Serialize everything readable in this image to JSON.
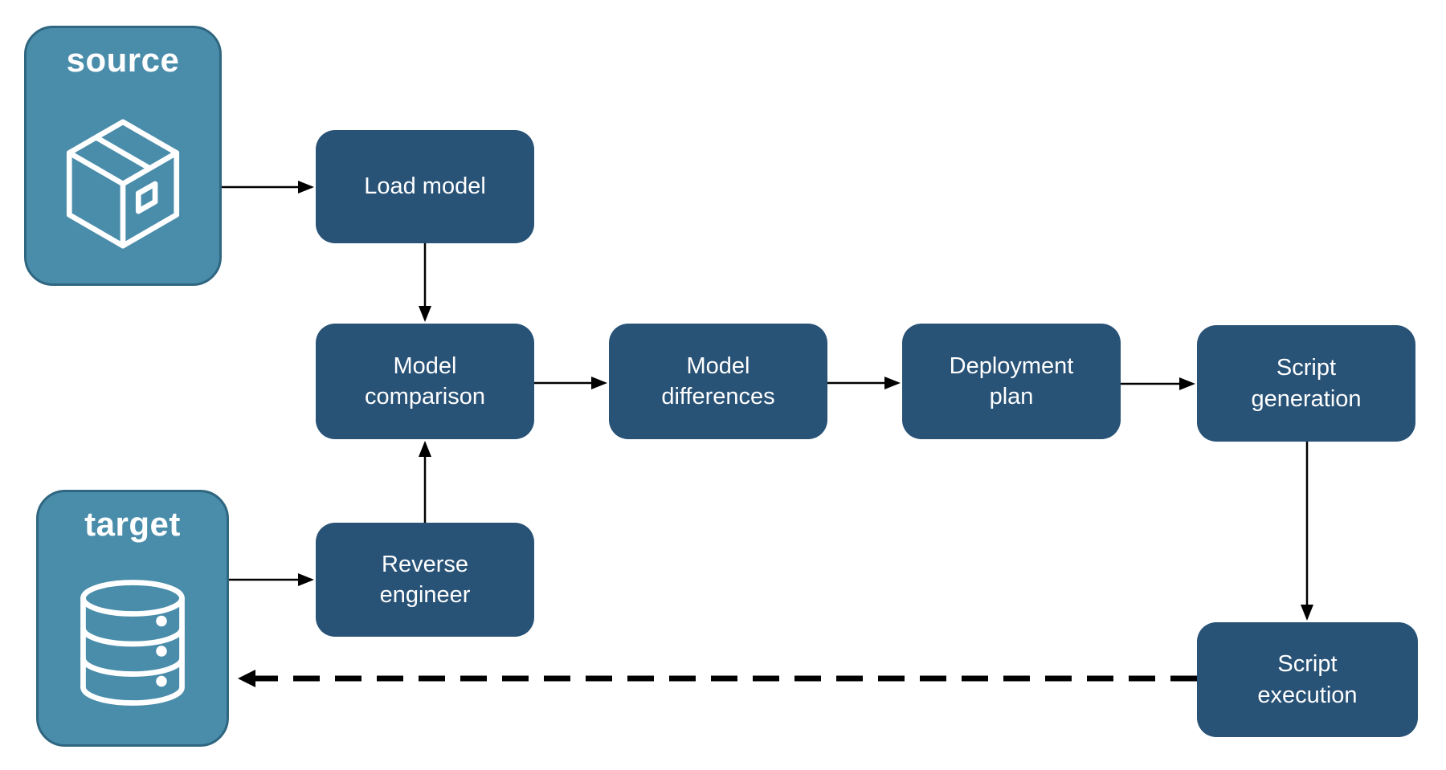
{
  "diagram": {
    "colors": {
      "background": "#ffffff",
      "node_fill": "#285276",
      "node_text": "#ffffff",
      "endpoint_fill": "#4A8DAB",
      "endpoint_border": "#2F6680",
      "endpoint_text": "#ffffff",
      "arrow": "#000000"
    },
    "endpoints": [
      {
        "label": "source",
        "icon": "package-icon"
      },
      {
        "label": "target",
        "icon": "database-icon"
      }
    ],
    "nodes": [
      {
        "label": "Load model"
      },
      {
        "label": "Model comparison"
      },
      {
        "label": "Model differences"
      },
      {
        "label": "Deployment plan"
      },
      {
        "label": "Script generation"
      },
      {
        "label": "Reverse engineer"
      },
      {
        "label": "Script execution"
      }
    ],
    "edges": [
      {
        "from": "source",
        "to": "Load model",
        "style": "solid"
      },
      {
        "from": "Load model",
        "to": "Model comparison",
        "style": "solid"
      },
      {
        "from": "target",
        "to": "Reverse engineer",
        "style": "solid"
      },
      {
        "from": "Reverse engineer",
        "to": "Model comparison",
        "style": "solid"
      },
      {
        "from": "Model comparison",
        "to": "Model differences",
        "style": "solid"
      },
      {
        "from": "Model differences",
        "to": "Deployment plan",
        "style": "solid"
      },
      {
        "from": "Deployment plan",
        "to": "Script generation",
        "style": "solid"
      },
      {
        "from": "Script generation",
        "to": "Script execution",
        "style": "solid"
      },
      {
        "from": "Script execution",
        "to": "target",
        "style": "dashed"
      }
    ]
  }
}
